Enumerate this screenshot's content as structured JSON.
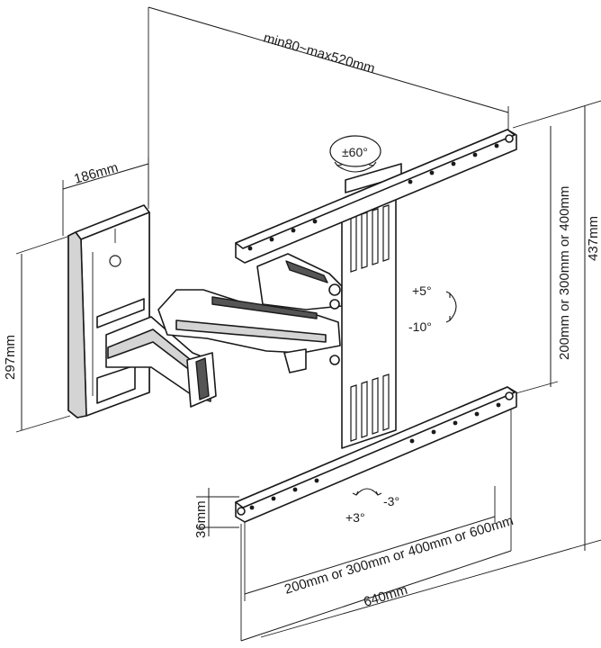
{
  "dimensions": {
    "arm_extension": "min80~max520mm",
    "wall_plate_depth": "186mm",
    "wall_plate_height": "297mm",
    "vertical_vesa": "200mm or 300mm or 400mm",
    "total_height": "437mm",
    "horizontal_vesa": "200mm or 300mm or 400mm or 600mm",
    "total_width": "640mm",
    "rail_height": "36mm"
  },
  "rotations": {
    "swivel": "±60°",
    "tilt_up": "+5°",
    "tilt_down": "-10°",
    "level_plus": "+3°",
    "level_minus": "-3°"
  }
}
